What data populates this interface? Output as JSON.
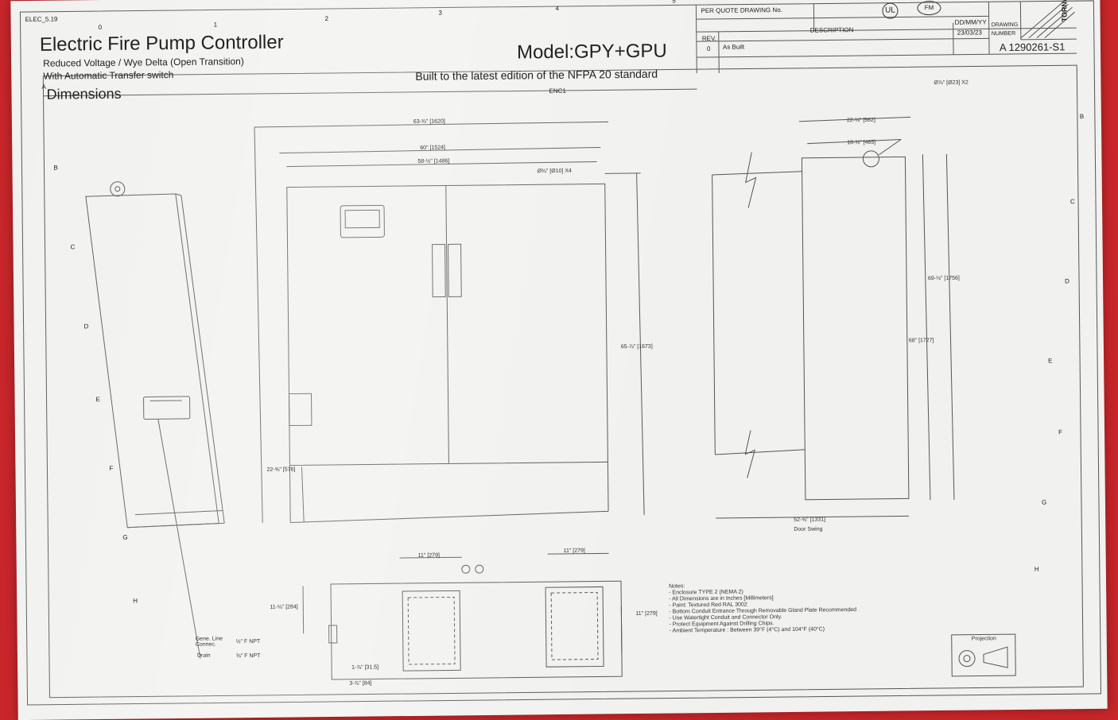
{
  "drawing": {
    "sheet_code": "ELEC_5.19",
    "title": "Electric Fire Pump Controller",
    "subtitle_1": "Reduced Voltage / Wye Delta (Open Transition)",
    "subtitle_2": "With Automatic Transfer switch",
    "section": "Dimensions",
    "model": "Model:GPY+GPU",
    "standard": "Built to the latest edition of the NFPA 20 standard",
    "enc_label": "ENC1"
  },
  "title_block": {
    "per_quote": "PER QUOTE DRAWING No.",
    "rev_header": "REV.",
    "desc_header": "DESCRIPTION",
    "date_header": "DD/MM/YY",
    "drawing_number_label_1": "DRAWING",
    "drawing_number_label_2": "NUMBER",
    "rev": "0",
    "description": "As Built",
    "date": "23/03/23",
    "drawing_number": "A 1290261-S1",
    "brand": "TORNATECH",
    "cert_ul": "UL",
    "cert_fm": "FM"
  },
  "grid": {
    "columns": [
      "0",
      "1",
      "2",
      "3",
      "4",
      "5"
    ],
    "rows_right": [
      "B",
      "C",
      "D",
      "E",
      "F",
      "G",
      "H"
    ],
    "rows_left": [
      "A",
      "B",
      "C",
      "D",
      "E",
      "F",
      "G",
      "H"
    ]
  },
  "dimensions": {
    "front_overall": "63-¾\" [1620]",
    "front_width": "60\" [1524]",
    "front_inner": "58-½\" [1486]",
    "holes": "Ø⅜\" [Ø10] X4",
    "front_height": "65-⅞\" [1673]",
    "base_height": "22-⅝\" [576]",
    "side_d1": "22-⅛\" [562]",
    "side_d2": "18-⅜\" [465]",
    "lift_hole": "Ø⅞\" [Ø23] X2",
    "side_h1": "69-⅛\" [1756]",
    "side_h2": "68\" [1727]",
    "door_swing_dim": "52-⅜\" [1331]",
    "door_swing": "Door Swing",
    "bottom_w1": "11\" [279]",
    "bottom_w2": "11\" [279]",
    "bottom_depth": "11-⅛\" [284]",
    "bottom_h": "11\" [279]",
    "bottom_off1": "1-⅞\" [31.5]",
    "bottom_off2": "3-⅞\" [84]",
    "gen_line": "Gene. Line Connec.",
    "drain": "Drain",
    "npt1": "½\" F NPT",
    "npt2": "⅜\" F NPT"
  },
  "notes": {
    "header": "Notes:",
    "items": [
      "- Enclosure TYPE 2 (NEMA 2)",
      "- All Dimensions are in Inches [Millimeters]",
      "- Paint: Textured Red RAL 3002",
      "- Bottom Conduit Entrance Through Removable Gland Plate Recommended",
      "- Use Watertight Conduit and Connector Only.",
      "- Protect Equipment Against Drilling Chips.",
      "- Ambient Temperature : Between 39°F (4°C) and 104°F (40°C)"
    ]
  },
  "projection": "Projection",
  "colors": {
    "background": "#c8262a",
    "paper": "#f1f1ef",
    "ink": "#333333"
  }
}
